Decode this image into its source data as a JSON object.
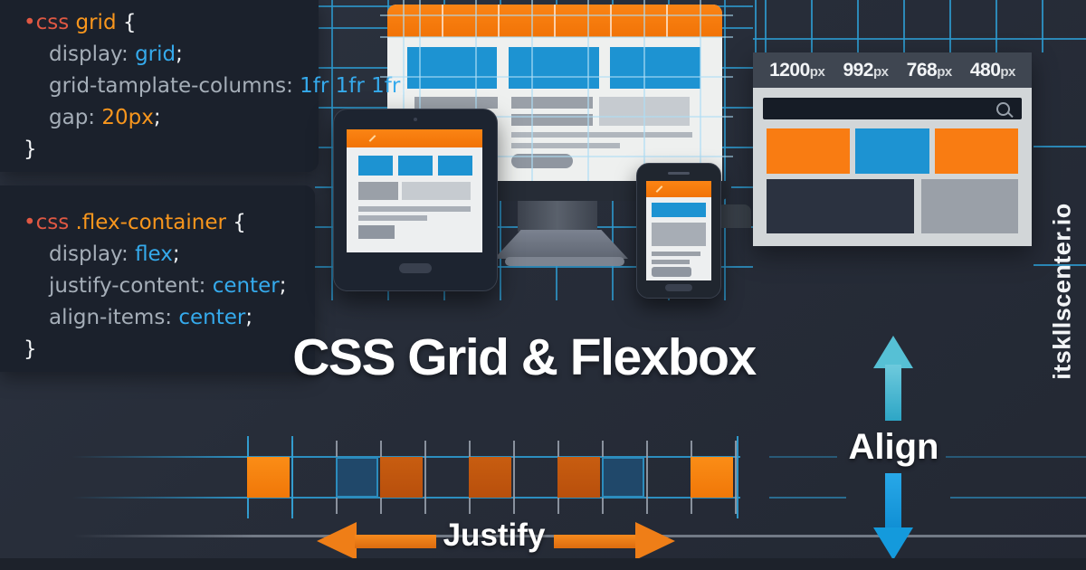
{
  "brand": {
    "text": "itskllscenter.io"
  },
  "title": {
    "text": "CSS Grid & Flexbox"
  },
  "code_grid": {
    "line1": {
      "tag": "•css",
      "name": " grid",
      "brace": " {"
    },
    "line2": {
      "prop": "display: ",
      "value": "grid",
      "semi": ";"
    },
    "line3": {
      "prop": "grid-tamplate-columns: ",
      "value": "1fr 1fr 1fr",
      "semi": ";"
    },
    "line4": {
      "prop": "gap: ",
      "value": "20px",
      "semi": ";"
    },
    "line5": {
      "brace": "}"
    }
  },
  "code_flex": {
    "line1": {
      "tag": "•css",
      "name": " .flex-container",
      "brace": " {"
    },
    "line2": {
      "prop": "display: ",
      "value": "flex",
      "semi": ";"
    },
    "line3": {
      "prop": "justify-content: ",
      "value": "center",
      "semi": ";"
    },
    "line4": {
      "prop": "align-items: ",
      "value": "center",
      "semi": ";"
    },
    "line5": {
      "brace": "}"
    }
  },
  "browser": {
    "breakpoints": [
      {
        "value": "1200",
        "unit": "px"
      },
      {
        "value": "992",
        "unit": "px"
      },
      {
        "value": "768",
        "unit": "px"
      },
      {
        "value": "480",
        "unit": "px"
      }
    ]
  },
  "labels": {
    "justify": "Justify",
    "align": "Align"
  },
  "flex_squares": [
    "orange",
    "dark_blue",
    "dark_orange",
    "dark_orange",
    "dark_orange",
    "dark_blue",
    "orange"
  ],
  "colors": {
    "background": "#272d39",
    "panel_bg": "#1b212c",
    "accent_orange": "#f97c12",
    "dark_orange": "#c2570e",
    "accent_blue": "#1d93d2",
    "dark_blue": "#20486a",
    "grid_cyan": "#2d99ce",
    "code_selector_tag": "#e05843",
    "code_selector_name": "#f8961d",
    "code_property": "#a5aeb8",
    "code_value": "#35aaec",
    "arrow_teal": "#56c0d5",
    "arrow_blue": "#149adc"
  }
}
